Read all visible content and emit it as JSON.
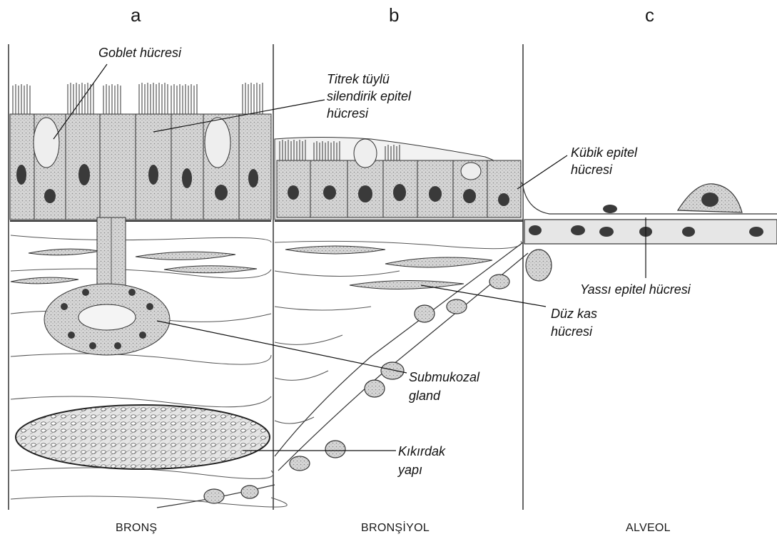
{
  "panels": [
    {
      "letter": "a",
      "region": "BRONŞ"
    },
    {
      "letter": "b",
      "region": "BRONŞİYOL"
    },
    {
      "letter": "c",
      "region": "ALVEOL"
    }
  ],
  "labels": {
    "goblet": "Goblet hücresi",
    "ciliated_1": "Titrek tüylü",
    "ciliated_2": "silendirik epitel",
    "ciliated_3": "hücresi",
    "cuboidal_1": "Kübik epitel",
    "cuboidal_2": "hücresi",
    "squamous": "Yassı epitel hücresi",
    "smooth_1": "Düz kas",
    "smooth_2": "hücresi",
    "gland_1": "Submukozal",
    "gland_2": "gland",
    "cartilage_1": "Kıkırdak",
    "cartilage_2": "yapı"
  },
  "colors": {
    "ink": "#2a2a2a",
    "cell_fill": "#cfcfcf",
    "nucleus": "#3a3a3a",
    "background": "#ffffff"
  }
}
